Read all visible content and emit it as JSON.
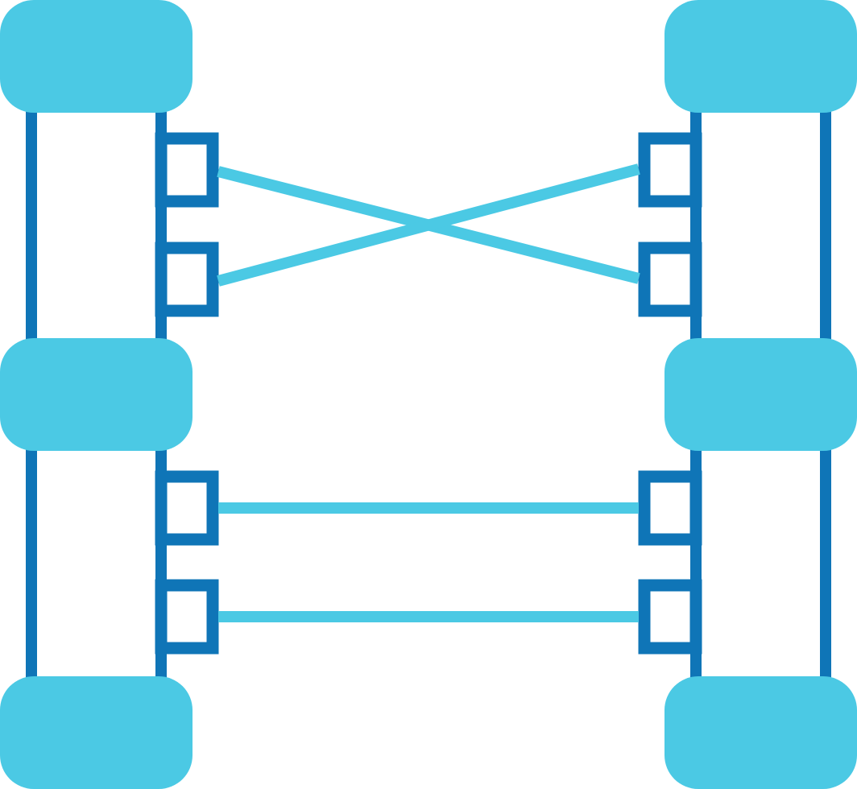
{
  "icon": {
    "name": "cable-connection-panels-icon",
    "description_label": ""
  },
  "colors": {
    "background": "#ffffff",
    "fill_light": "#4BC9E4",
    "stroke_dark": "#0F75B7",
    "link_light": "#4BC9E4"
  },
  "panels": [
    {
      "side": "left",
      "caps": 3
    },
    {
      "side": "right",
      "caps": 3
    }
  ],
  "connections": [
    {
      "from": "left-port-1",
      "to": "right-port-2",
      "style": "crossed"
    },
    {
      "from": "left-port-2",
      "to": "right-port-1",
      "style": "crossed"
    },
    {
      "from": "left-port-3",
      "to": "right-port-3",
      "style": "straight"
    },
    {
      "from": "left-port-4",
      "to": "right-port-4",
      "style": "straight"
    }
  ]
}
